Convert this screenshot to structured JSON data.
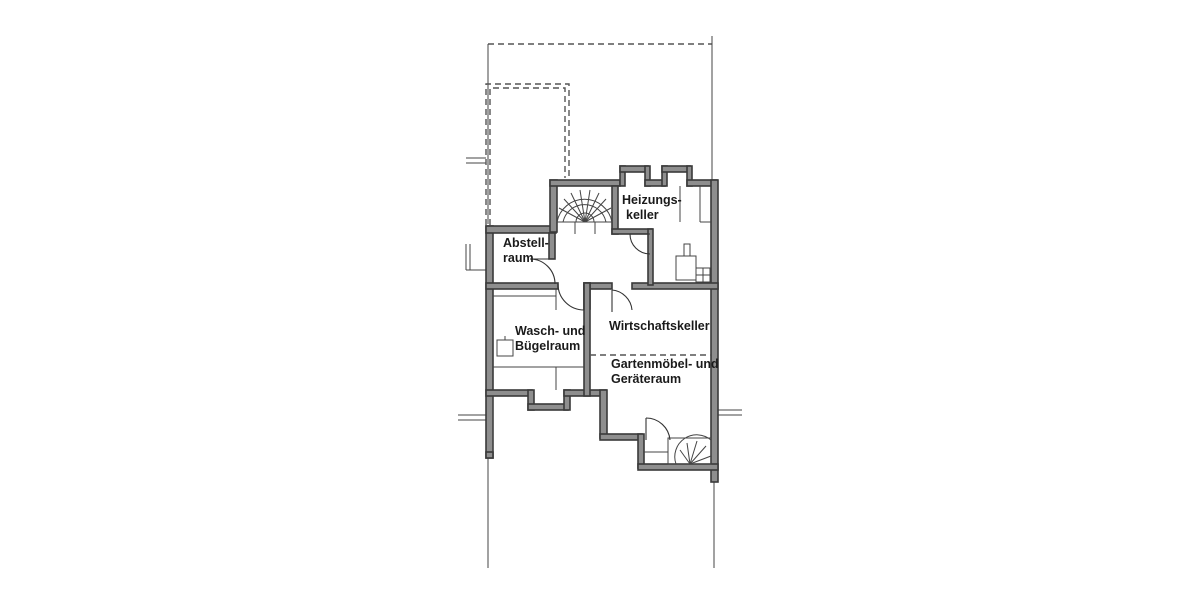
{
  "rooms": {
    "heizungskeller": {
      "line1": "Heizungs-",
      "line2": "keller"
    },
    "abstellraum": {
      "line1": "Abstell-",
      "line2": "raum"
    },
    "waschraum": {
      "line1": "Wasch- und",
      "line2": "Bügelraum"
    },
    "wirtschaftskeller": {
      "line1": "Wirtschaftskeller"
    },
    "gartenraum": {
      "line1": "Gartenmöbel- und",
      "line2": "Geräteraum"
    }
  },
  "colors": {
    "wall": "#8e8e8e",
    "line": "#3a3a3a",
    "background": "#ffffff"
  }
}
